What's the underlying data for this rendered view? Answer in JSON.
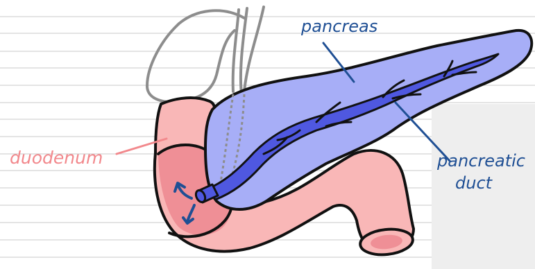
{
  "labels": {
    "pancreas": "pancreas",
    "duodenum": "duodenum",
    "pancreatic_duct_line1": "pancreatic",
    "pancreatic_duct_line2": "duct"
  },
  "colors": {
    "pancreas_fill": "#a7aef7",
    "duct_fill": "#4f58e0",
    "duodenum_fill": "#f9b7b7",
    "duodenum_dark": "#ef8f96",
    "blue_label": "#1f4f94",
    "pink_label": "#f2888c",
    "outline": "#111111",
    "gallbladder_outline": "#8d8d8d",
    "ruled_lines": "#c9c9c9",
    "shadow_panel": "#eeeeee"
  }
}
